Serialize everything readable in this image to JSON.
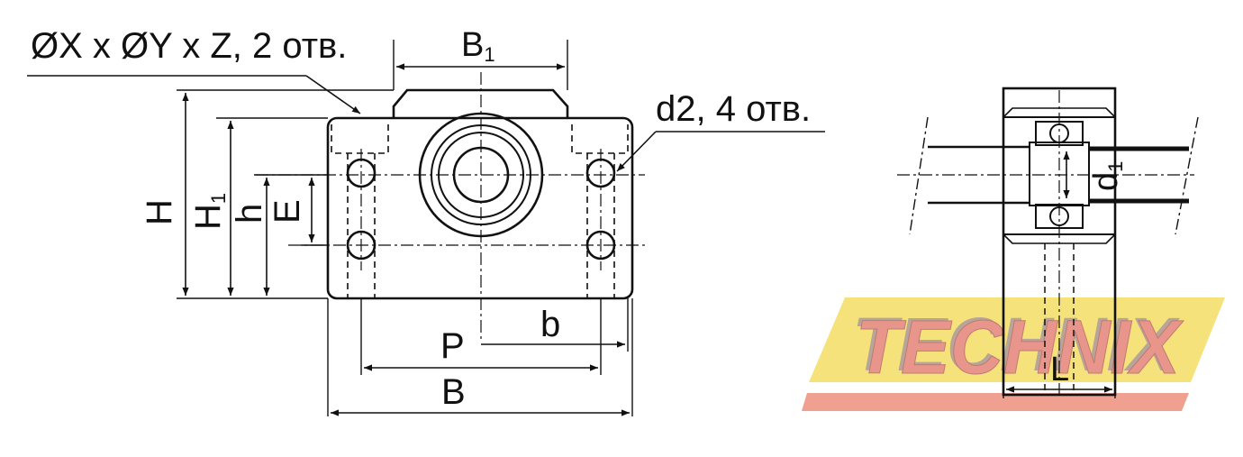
{
  "labels": {
    "holes_spec": "ØX x ØY x Z, 2 отв.",
    "b1_main": "B",
    "b1_sub": "1",
    "d2_spec": "d2, 4 отв.",
    "H": "H",
    "H1_main": "H",
    "H1_sub": "1",
    "h": "h",
    "E": "E",
    "P": "P",
    "b": "b",
    "B": "B",
    "d1_main": "d",
    "d1_sub": "1",
    "L": "L"
  },
  "watermark": {
    "text": "TECHNIX",
    "band_color": "#f5e27a",
    "underline_color": "#f0a090",
    "text_color": "#e8968c"
  },
  "colors": {
    "line": "#111111"
  }
}
